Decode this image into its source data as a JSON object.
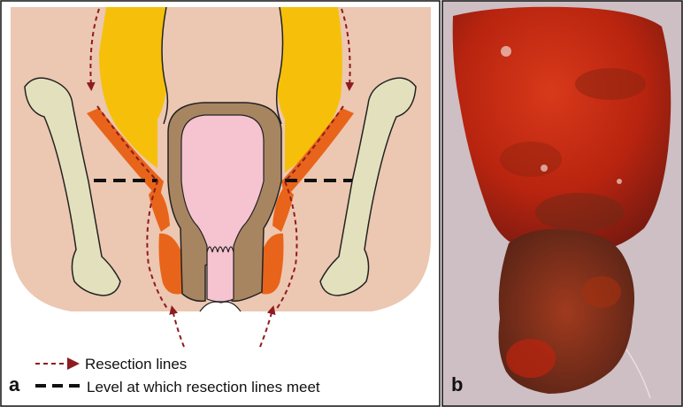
{
  "panels": {
    "a": {
      "letter": "a"
    },
    "b": {
      "letter": "b"
    }
  },
  "legend": {
    "resection_label": "Resection lines",
    "level_label": "Level at which resection lines meet"
  },
  "colors": {
    "skin": "#ecc7b1",
    "fat": "#f6c00a",
    "rectum_wall": "#a88561",
    "mucosa": "#f6c3d0",
    "muscle": "#e8641a",
    "bone": "#e3e1bd",
    "resection_line": "#8e1b20",
    "level_line": "#111111",
    "specimen": "#b8240f"
  }
}
